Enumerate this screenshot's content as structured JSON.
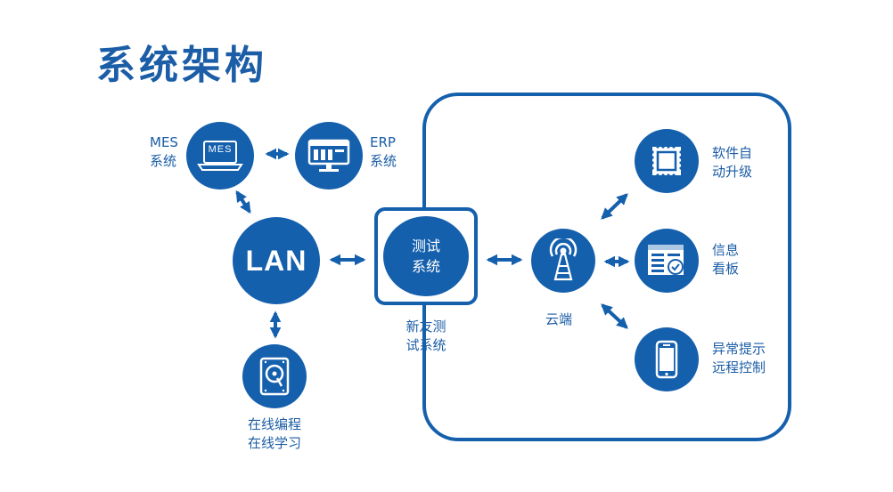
{
  "title": "系统架构",
  "nodes": {
    "mes": {
      "icon_text": "MES",
      "label_1": "MES",
      "label_2": "系统"
    },
    "erp": {
      "label_1": "ERP",
      "label_2": "系统"
    },
    "lan": {
      "text": "LAN"
    },
    "online": {
      "label_1": "在线编程",
      "label_2": "在线学习"
    },
    "test": {
      "text_1": "测试",
      "text_2": "系统",
      "label_1": "新友测",
      "label_2": "试系统"
    },
    "cloud": {
      "label": "云端"
    },
    "upgrade": {
      "label_1": "软件自",
      "label_2": "动升级"
    },
    "board": {
      "label_1": "信息",
      "label_2": "看板"
    },
    "alert": {
      "label_1": "异常提示",
      "label_2": "远程控制"
    }
  },
  "colors": {
    "primary": "#1560ad",
    "text": "#1b5da6",
    "background": "#ffffff"
  },
  "icons": [
    "laptop-icon",
    "monitor-icon",
    "hard-disk-icon",
    "signal-tower-icon",
    "chip-icon",
    "dashboard-icon",
    "smartphone-icon",
    "double-arrow-icon"
  ]
}
